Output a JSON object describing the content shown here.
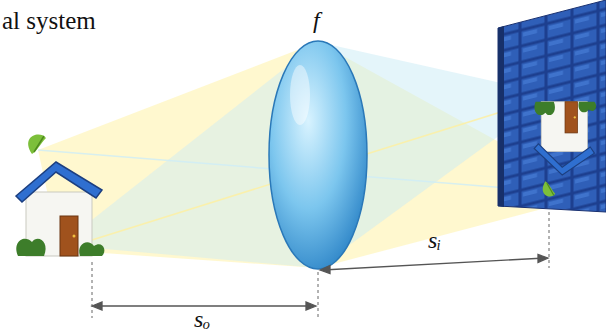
{
  "diagram": {
    "labels": [
      "al system",
      "f",
      "sₒ",
      "sᵢ"
    ]
  }
}
